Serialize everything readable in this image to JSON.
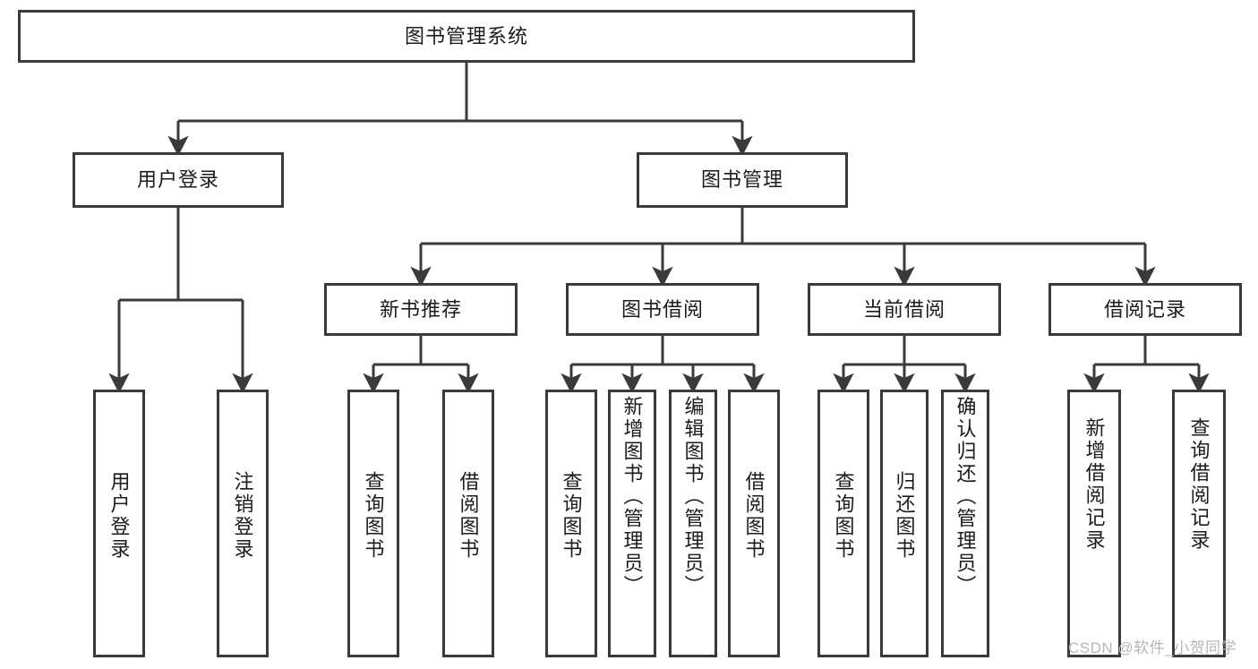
{
  "diagram": {
    "type": "tree-hierarchy",
    "title": "图书管理系统",
    "root": {
      "label": "图书管理系统"
    },
    "level1": [
      {
        "label": "用户登录"
      },
      {
        "label": "图书管理"
      }
    ],
    "level2": [
      {
        "label": "新书推荐"
      },
      {
        "label": "图书借阅"
      },
      {
        "label": "当前借阅"
      },
      {
        "label": "借阅记录"
      }
    ],
    "leaves": {
      "user_login": [
        {
          "label": "用户登录"
        },
        {
          "label": "注销登录"
        }
      ],
      "new_book_recommend": [
        {
          "label": "查询图书"
        },
        {
          "label": "借阅图书"
        }
      ],
      "book_borrow": [
        {
          "label": "查询图书"
        },
        {
          "label": "新增图书（管理员）"
        },
        {
          "label": "编辑图书（管理员）"
        },
        {
          "label": "借阅图书"
        }
      ],
      "current_borrow": [
        {
          "label": "查询图书"
        },
        {
          "label": "归还图书"
        },
        {
          "label": "确认归还（管理员）"
        }
      ],
      "borrow_record": [
        {
          "label": "新增借阅记录"
        },
        {
          "label": "查询借阅记录"
        }
      ]
    }
  },
  "watermark": {
    "text": "CSDN @软件_小贺同学"
  },
  "colors": {
    "border": "#3a3a3a",
    "text": "#1b1b1b",
    "background": "#ffffff",
    "watermark": "#b6b6b6"
  }
}
